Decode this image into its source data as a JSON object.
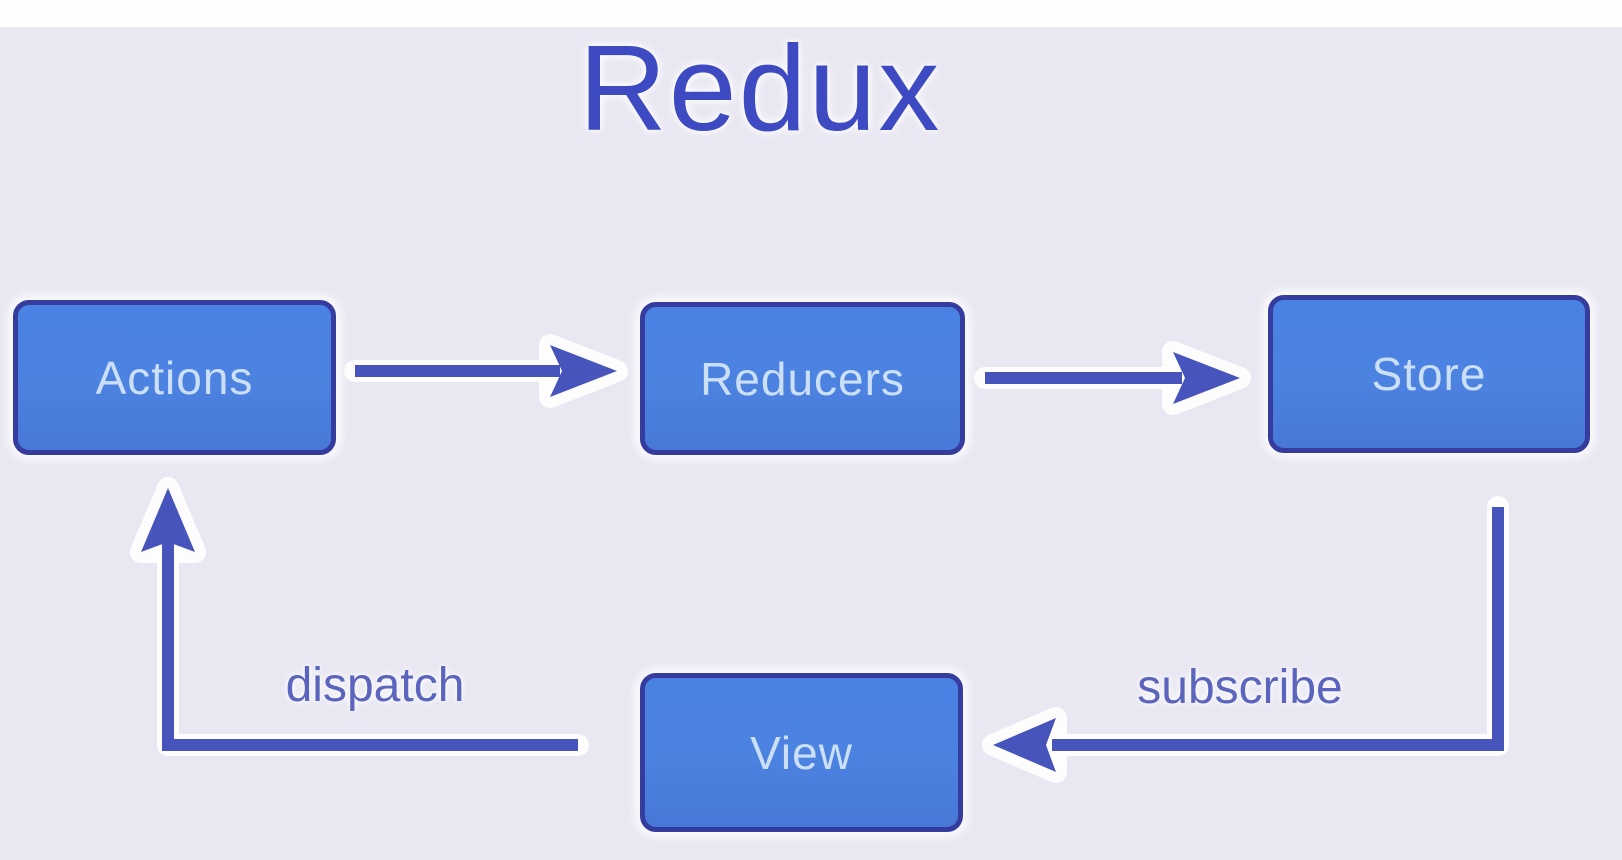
{
  "title": "Redux",
  "colors": {
    "background": "#e8e7f2",
    "page_strip": "#fffdfe",
    "box_fill": "#4a80e0",
    "box_border": "#353c9d",
    "box_text": "#cbdff7",
    "arrow": "#4754bb",
    "title_text": "#3d4ac2",
    "edge_label_text": "#5b65bd"
  },
  "diagram": {
    "nodes": [
      {
        "id": "actions",
        "label": "Actions"
      },
      {
        "id": "reducers",
        "label": "Reducers"
      },
      {
        "id": "store",
        "label": "Store"
      },
      {
        "id": "view",
        "label": "View"
      }
    ],
    "edges": [
      {
        "from": "actions",
        "to": "reducers",
        "label": ""
      },
      {
        "from": "reducers",
        "to": "store",
        "label": ""
      },
      {
        "from": "store",
        "to": "view",
        "label": "subscribe"
      },
      {
        "from": "view",
        "to": "actions",
        "label": "dispatch"
      }
    ]
  }
}
